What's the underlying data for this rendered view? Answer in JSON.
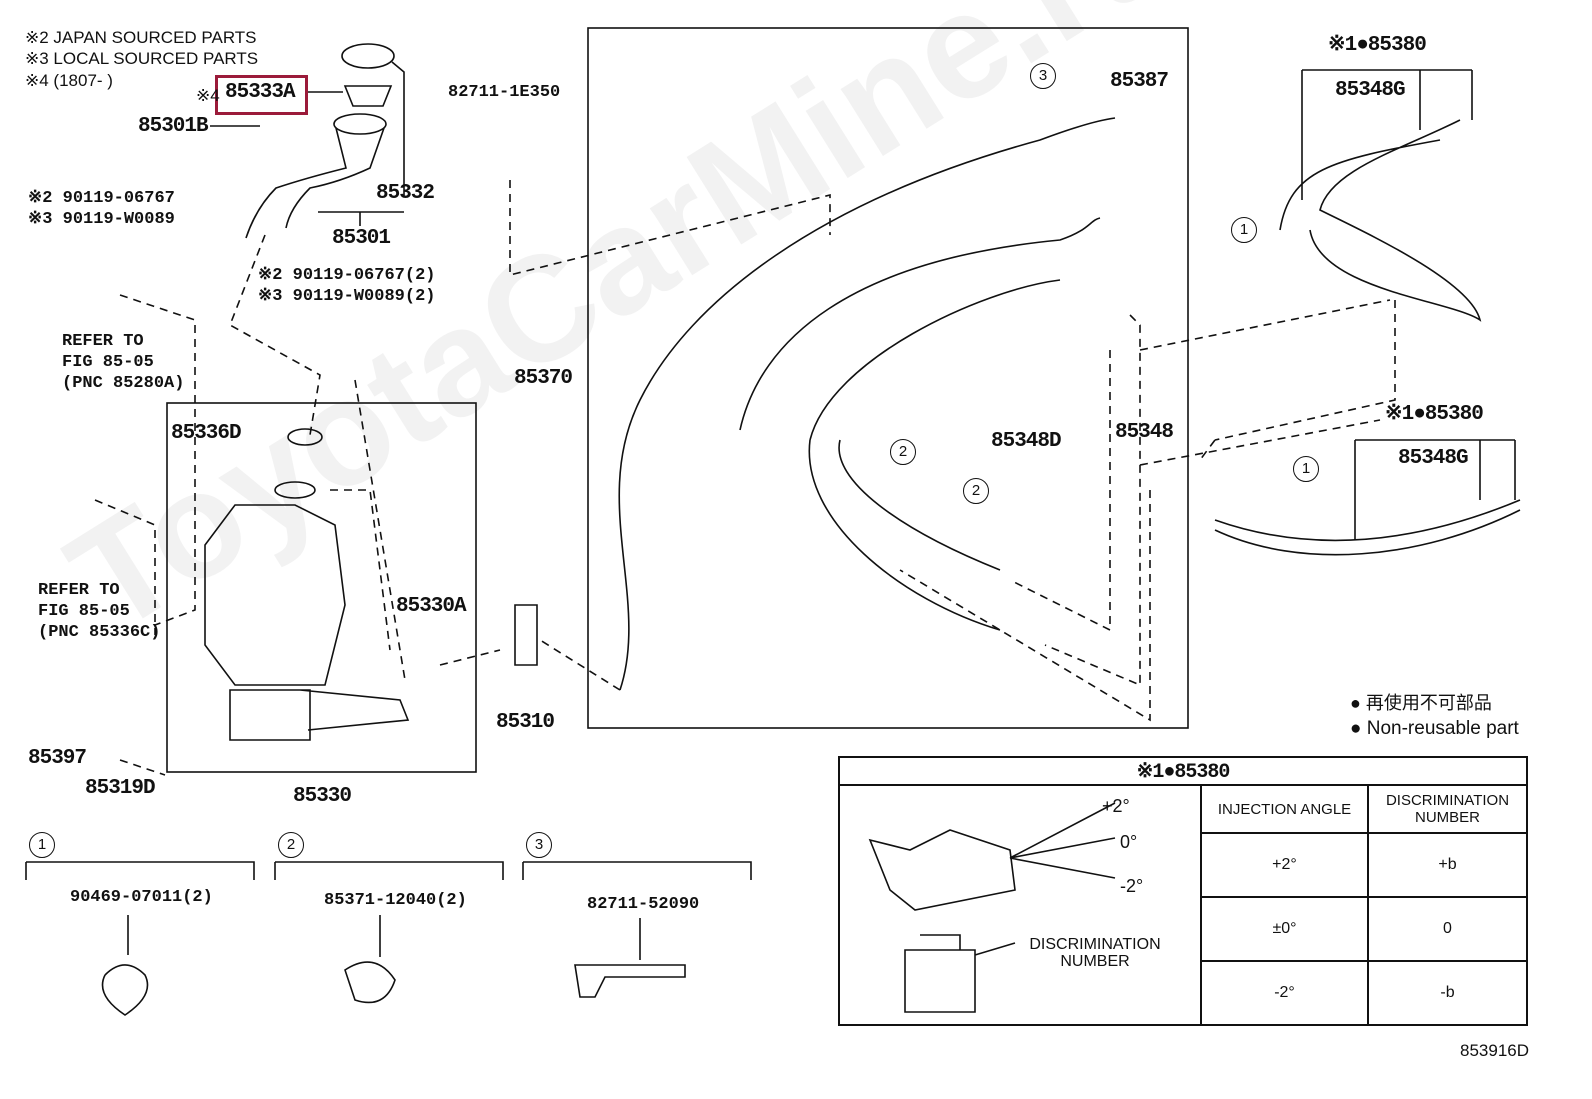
{
  "watermark": "ToyotaCarMine.ru",
  "notes": [
    "※2 JAPAN SOURCED PARTS",
    "※3 LOCAL SOURCED PARTS",
    "※4 (1807-      )"
  ],
  "highlight_color": "#9b1b3a",
  "parts": {
    "p85333A_prefix": "※4",
    "p85333A": "85333A",
    "p85301B": "85301B",
    "p82711_1E350": "82711-1E350",
    "p85387": "85387",
    "p85380_top": "※1●85380",
    "p85348G_top": "85348G",
    "p85332": "85332",
    "p85301": "85301",
    "bolt_a1": "※2 90119-06767",
    "bolt_a2": "※3 90119-W0089",
    "bolt_b1": "※2 90119-06767(2)",
    "bolt_b2": "※3 90119-W0089(2)",
    "refer1": [
      "REFER TO",
      "FIG 85-05",
      "(PNC 85280A)"
    ],
    "p85370": "85370",
    "p85336D": "85336D",
    "p85348D": "85348D",
    "p85348": "85348",
    "p85380_mid": "※1●85380",
    "p85348G_mid": "85348G",
    "refer2": [
      "REFER TO",
      "FIG 85-05",
      "(PNC 85336C)"
    ],
    "p85330A": "85330A",
    "p85310": "85310",
    "p85397": "85397",
    "p85319D": "85319D",
    "p85330": "85330"
  },
  "callouts": {
    "c3": "3",
    "c1a": "1",
    "c2a": "2",
    "c2b": "2",
    "c1b": "1"
  },
  "legend": {
    "jp": "● 再使用不可部品",
    "en": "● Non-reusable part"
  },
  "clips": [
    {
      "num": "1",
      "part": "90469-07011(2)"
    },
    {
      "num": "2",
      "part": "85371-12040(2)"
    },
    {
      "num": "3",
      "part": "82711-52090"
    }
  ],
  "spec_table": {
    "title": "※1●85380",
    "angle_labels": [
      "+2°",
      "0°",
      "-2°"
    ],
    "disc_label": "DISCRIMINATION NUMBER",
    "headers": [
      "INJECTION ANGLE",
      "DISCRIMINATION NUMBER"
    ],
    "rows": [
      [
        "+2°",
        "+b"
      ],
      [
        "±0°",
        "0"
      ],
      [
        "-2°",
        "-b"
      ]
    ]
  },
  "figure_id": "853916D"
}
